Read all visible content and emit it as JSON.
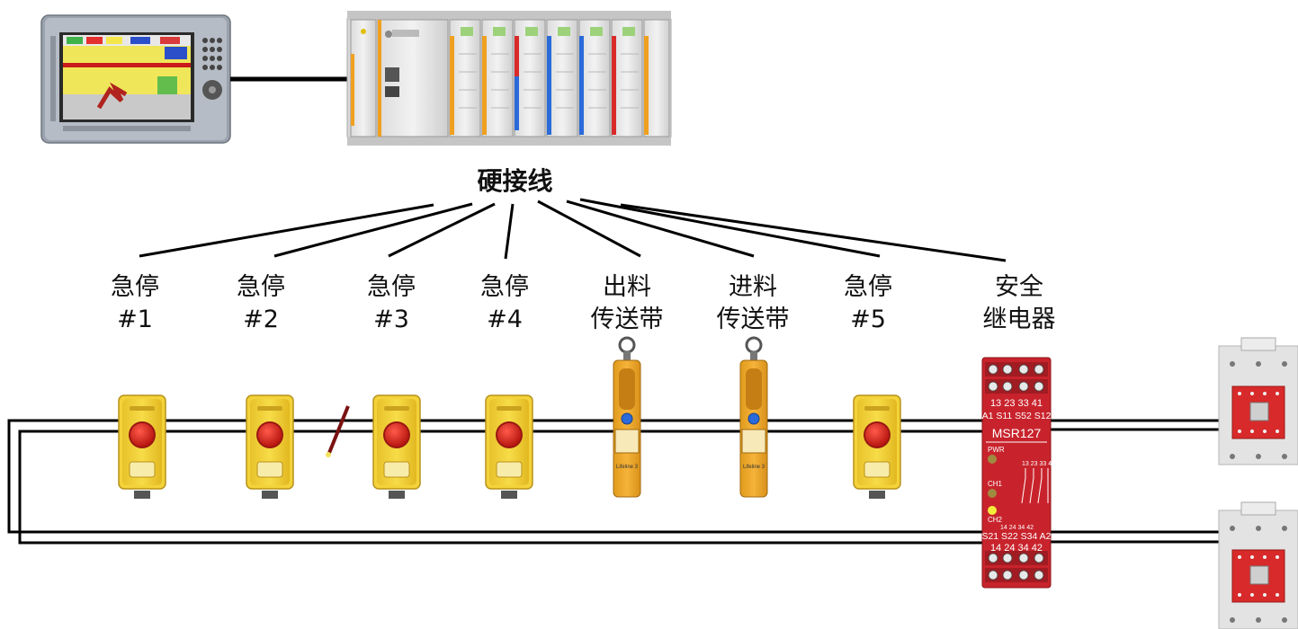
{
  "hardwire_title": "硬接线",
  "devices": [
    {
      "line1": "急停",
      "line2": "#1"
    },
    {
      "line1": "急停",
      "line2": "#2"
    },
    {
      "line1": "急停",
      "line2": "#3"
    },
    {
      "line1": "急停",
      "line2": "#4"
    },
    {
      "line1": "出料",
      "line2": "传送带"
    },
    {
      "line1": "进料",
      "line2": "传送带"
    },
    {
      "line1": "急停",
      "line2": "#5"
    },
    {
      "line1": "安全",
      "line2": "继电器"
    }
  ],
  "safety_relay": {
    "model": "MSR127",
    "top_terminals": "13  23  33  41",
    "top_terminals_2": "A1 S11 S52 S12",
    "pwr": "PWR",
    "ch1": "CH1",
    "ch2": "CH2",
    "contacts": "13  23  33  41",
    "contacts_bottom": "14  24  34  42",
    "bottom_terminals": "S21 S22 S34 A2",
    "bottom_terminals_2": "14  24  34  42"
  },
  "rope_switch_brand": "Lifeline 3",
  "colors": {
    "estop_yellow": "#f3d23a",
    "estop_red": "#d91e18",
    "relay_red": "#c8232c",
    "rope_orange": "#e9a628",
    "wire": "#000000"
  }
}
